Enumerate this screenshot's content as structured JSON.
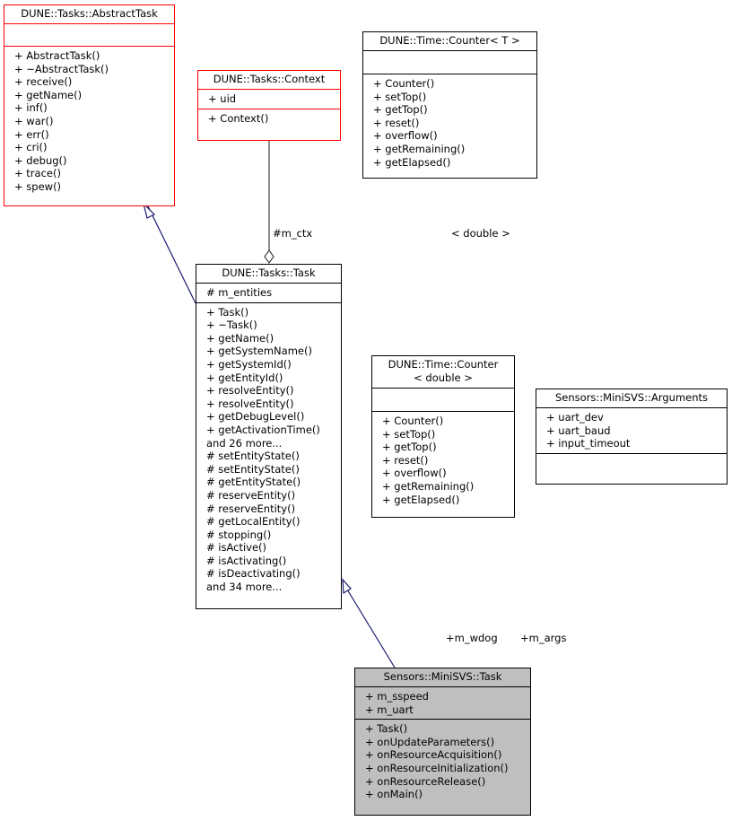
{
  "classes": {
    "abstract_task": {
      "name": "DUNE::Tasks::AbstractTask",
      "attributes": [],
      "methods": [
        "+ AbstractTask()",
        "+ ~AbstractTask()",
        "+ receive()",
        "+ getName()",
        "+ inf()",
        "+ war()",
        "+ err()",
        "+ cri()",
        "+ debug()",
        "+ trace()",
        "+ spew()"
      ]
    },
    "context": {
      "name": "DUNE::Tasks::Context",
      "attributes": [
        "+ uid"
      ],
      "methods": [
        "+ Context()"
      ]
    },
    "time_counter_t": {
      "name": "DUNE::Time::Counter< T >",
      "attributes": [],
      "methods": [
        "+ Counter()",
        "+ setTop()",
        "+ getTop()",
        "+ reset()",
        "+ overflow()",
        "+ getRemaining()",
        "+ getElapsed()"
      ]
    },
    "tasks_task": {
      "name": "DUNE::Tasks::Task",
      "attributes": [
        "# m_entities"
      ],
      "methods": [
        "+ Task()",
        "+ ~Task()",
        "+ getName()",
        "+ getSystemName()",
        "+ getSystemId()",
        "+ getEntityId()",
        "+ resolveEntity()",
        "+ resolveEntity()",
        "+ getDebugLevel()",
        "+ getActivationTime()",
        "and 26 more...",
        "# setEntityState()",
        "# setEntityState()",
        "# getEntityState()",
        "# reserveEntity()",
        "# reserveEntity()",
        "# getLocalEntity()",
        "# stopping()",
        "# isActive()",
        "# isActivating()",
        "# isDeactivating()",
        "and 34 more..."
      ]
    },
    "time_counter_double": {
      "name": "DUNE::Time::Counter\n< double >",
      "attributes": [],
      "methods": [
        "+ Counter()",
        "+ setTop()",
        "+ getTop()",
        "+ reset()",
        "+ overflow()",
        "+ getRemaining()",
        "+ getElapsed()"
      ]
    },
    "arguments": {
      "name": "Sensors::MiniSVS::Arguments",
      "attributes": [
        "+ uart_dev",
        "+ uart_baud",
        "+ input_timeout"
      ],
      "methods": []
    },
    "minisvs_task": {
      "name": "Sensors::MiniSVS::Task",
      "attributes": [
        "+ m_sspeed",
        "+ m_uart"
      ],
      "methods": [
        "+ Task()",
        "+ onUpdateParameters()",
        "+ onResourceAcquisition()",
        "+ onResourceInitialization()",
        "+ onResourceRelease()",
        "+ onMain()"
      ]
    }
  },
  "edges": {
    "m_ctx": "#m_ctx",
    "double_binding": "< double >",
    "m_wdog": "+m_wdog",
    "m_args": "+m_args"
  },
  "colors": {
    "inheritance": "#191970",
    "usage": "#404040",
    "template": "#ffa500",
    "border_red": "#ff0000",
    "focus_fill": "#bfbfbf"
  }
}
